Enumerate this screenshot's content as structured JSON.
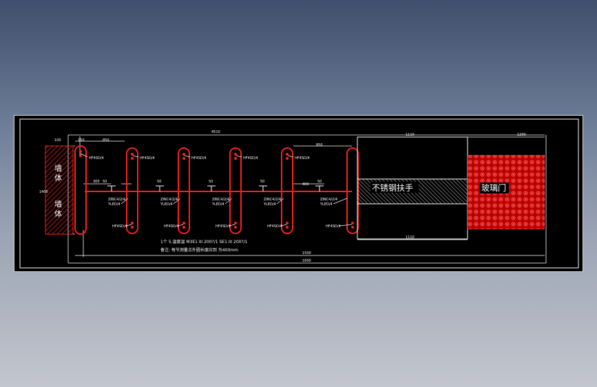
{
  "labels": {
    "wall_top": "墙",
    "wall_mid": "体",
    "wall_mid2": "墙",
    "wall_bot": "体",
    "handrail": "不锈钢扶手",
    "glass_door": "玻璃门",
    "note_line1": "1个 5.温度温 M3E1 III 200?/1  SE1 III 200?/1",
    "note_line2": "备注:  每节测量点外圆长度应到 为400mm"
  },
  "dimensions": {
    "top_100": "100",
    "top_150": "150",
    "top_850": "850",
    "top_4510": "4510",
    "top_1110": "1110",
    "top_1200": "1200",
    "left_1400": "1400",
    "mid_300": "300",
    "mid_50a": "50",
    "mid_50b": "50",
    "mid_50c": "50",
    "mid_50d": "50",
    "mid_400": "400",
    "mid_50e": "50",
    "top_850b": "850",
    "bot_1110": "1110",
    "bot_1500": "1500",
    "bot_1600": "1600"
  },
  "callouts": {
    "c1": "HF4SD/4",
    "c2": "HF4SD/4",
    "c3": "HF4SD/4",
    "c4": "HF4SD/4",
    "c5": "HF4SD/4",
    "c6": "HF4SD/4",
    "c7": "HF4SD/4",
    "c8": "HF4SD/4",
    "c9": "HF4SD/4",
    "c10": "HF4SD/4",
    "s1a": "ZINC4/2/4",
    "s1b": "YLED/4",
    "s2a": "ZINC4/2/4",
    "s2b": "YLED/4",
    "s3a": "ZINC4/2/4",
    "s3b": "YLED/4",
    "s4a": "ZINC4/2/4",
    "s4b": "YLED/4",
    "s5a": "ZINC4/2/4",
    "s5b": "YLED/4"
  }
}
